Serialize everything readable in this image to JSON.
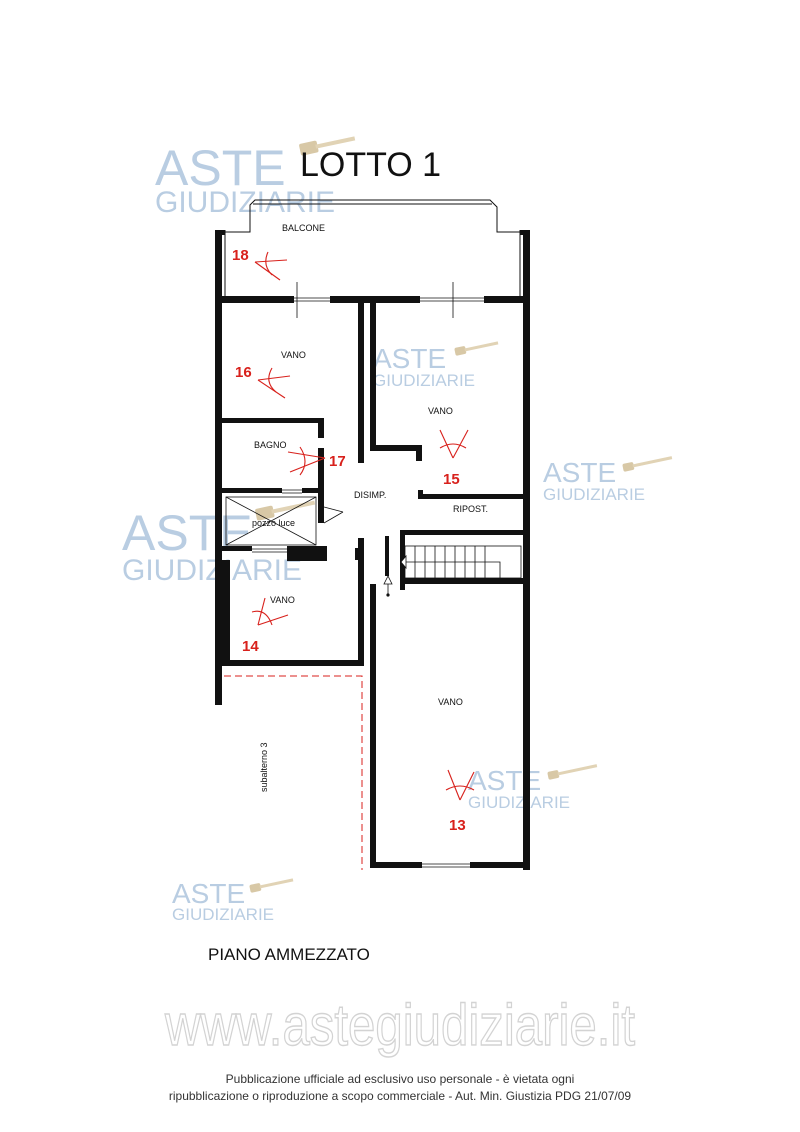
{
  "title": "LOTTO 1",
  "floor_label": "PIANO AMMEZZATO",
  "watermark": {
    "line1": "ASTE",
    "line2": "GIUDIZIARIE",
    "url": "www.astegiudiziarie.it"
  },
  "rooms": {
    "balcone": "BALCONE",
    "vano_16": "VANO",
    "vano_15": "VANO",
    "bagno": "BAGNO",
    "disimp": "DISIMP.",
    "ripost": "RIPOST.",
    "pozzo_luce": "pozzo luce",
    "vano_14": "VANO",
    "vano_13": "VANO",
    "subalterno": "subalterno 3"
  },
  "photo_points": [
    "18",
    "16",
    "17",
    "15",
    "14",
    "13"
  ],
  "footer": {
    "line1": "Pubblicazione ufficiale ad esclusivo uso personale - è vietata ogni",
    "line2": "ripubblicazione o riproduzione a scopo commerciale - Aut. Min. Giustizia PDG 21/07/09"
  },
  "colors": {
    "watermark": "#b9cde2",
    "photo_marker": "#d8211c",
    "walls": "#111111",
    "boundary_dash": "#d8211c"
  }
}
